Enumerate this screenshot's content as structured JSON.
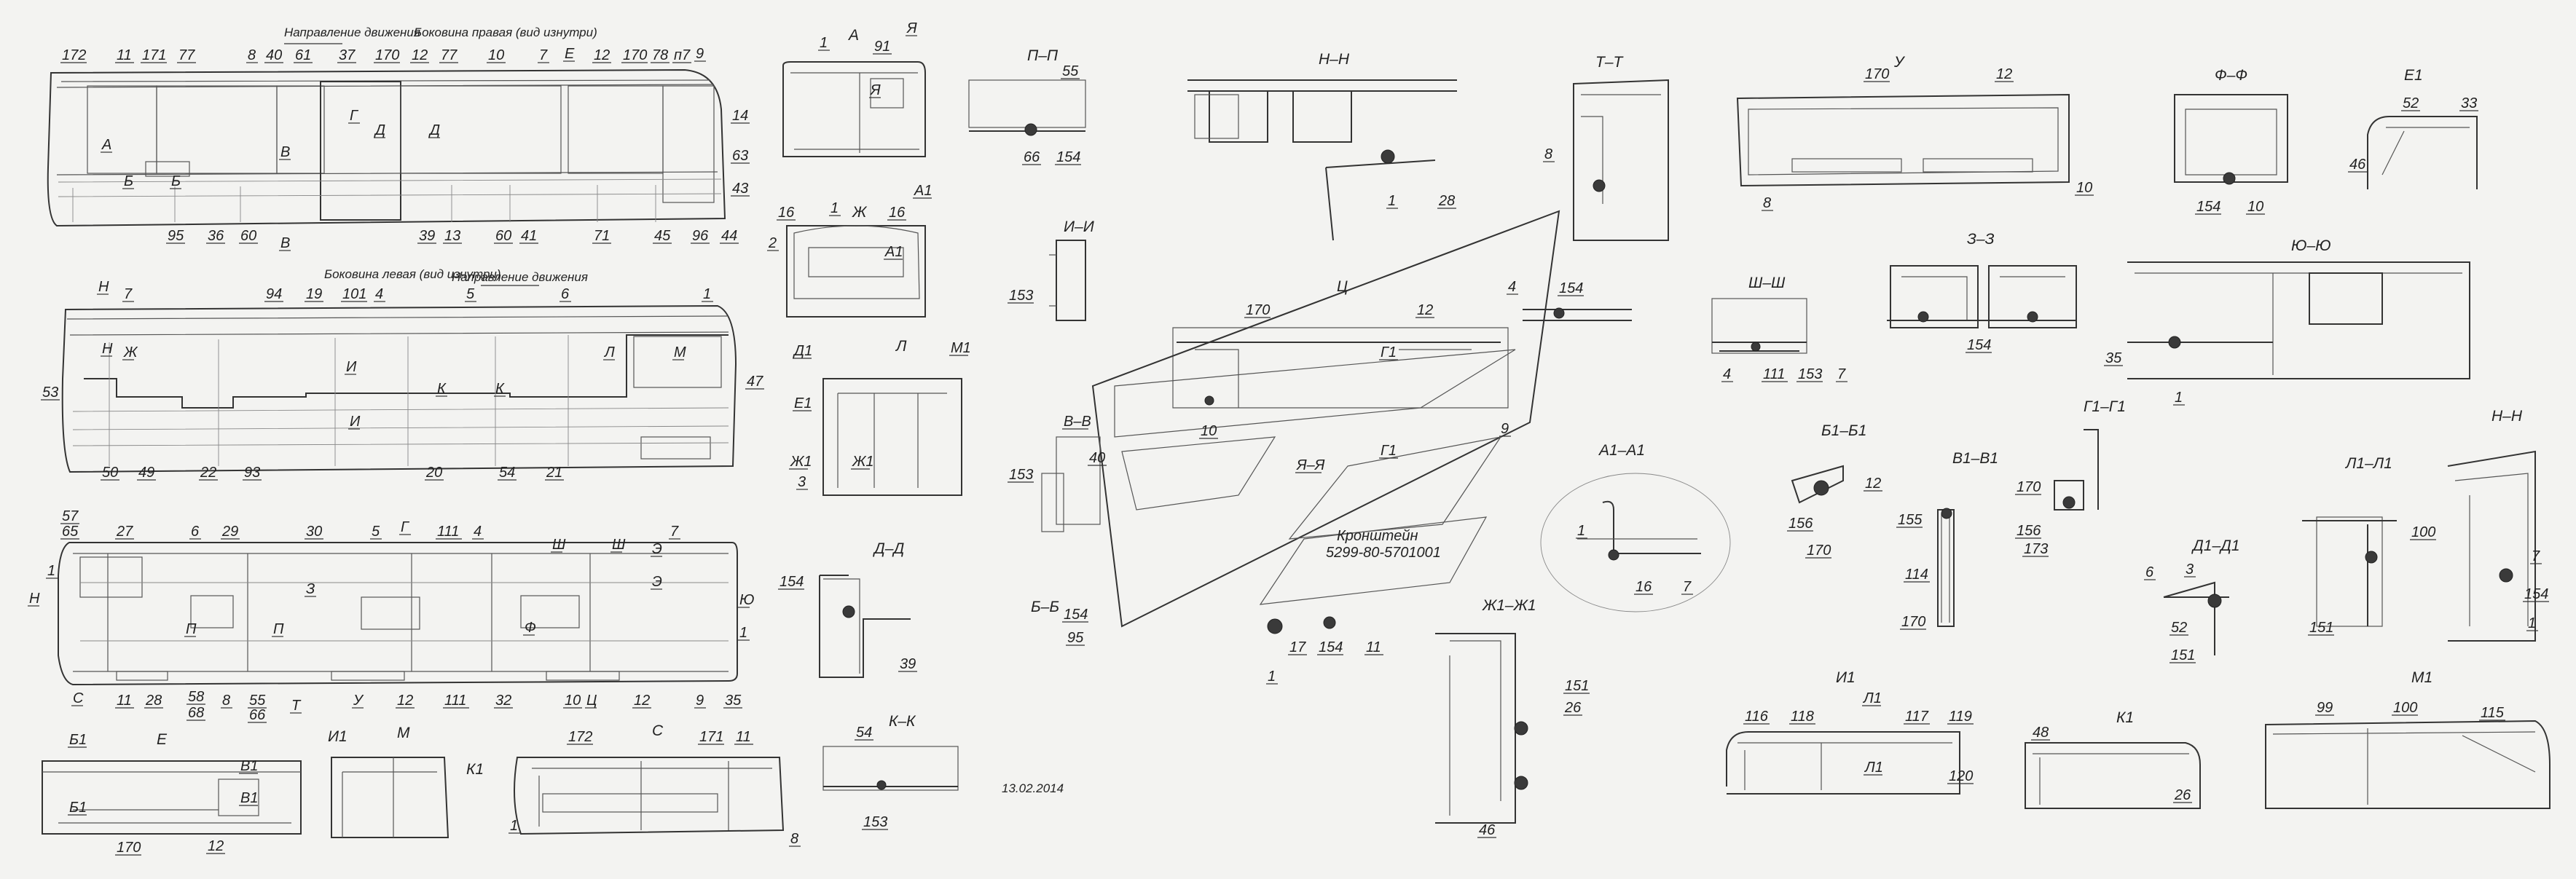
{
  "sheet": {
    "date": "13.02.2014",
    "part_label": "Кронштейн",
    "part_number": "5299-80-5701001",
    "direction_text": "Направление движения",
    "side_right_text": "Боковина правая (вид изнутри)",
    "side_left_text": "Боковина левая (вид изнутри)"
  },
  "views": [
    {
      "id": "side-right",
      "callouts": [
        "172",
        "11",
        "171",
        "77",
        "8",
        "40",
        "61",
        "37",
        "170",
        "12",
        "77",
        "10",
        "7",
        "Е",
        "12",
        "170",
        "78",
        "п7",
        "9",
        "14",
        "63",
        "43",
        "А",
        "Б",
        "Б",
        "В",
        "Г",
        "Д",
        "Д",
        "95",
        "36",
        "60",
        "В",
        "39",
        "13",
        "60",
        "41",
        "71",
        "45",
        "96",
        "44"
      ]
    },
    {
      "id": "side-left",
      "callouts": [
        "Н",
        "7",
        "94",
        "19",
        "101",
        "4",
        "5",
        "6",
        "1",
        "Н",
        "Ж",
        "И",
        "К",
        "К",
        "Л",
        "М",
        "53",
        "И",
        "47",
        "50",
        "49",
        "22",
        "93",
        "20",
        "54",
        "21"
      ]
    },
    {
      "id": "roof-plan",
      "callouts": [
        "57",
        "65",
        "27",
        "6",
        "29",
        "30",
        "5",
        "Г",
        "111",
        "4",
        "Ш",
        "Ш",
        "7",
        "1",
        "Н",
        "С",
        "11",
        "28",
        "58",
        "68",
        "8",
        "55",
        "66",
        "Т",
        "У",
        "12",
        "111",
        "32",
        "10",
        "Ц",
        "12",
        "9",
        "35",
        "П",
        "П",
        "З",
        "Ф",
        "Ю",
        "1",
        "Э",
        "Э"
      ]
    },
    {
      "id": "view-E",
      "title": "Е",
      "callouts": [
        "Б1",
        "Б1",
        "В1",
        "В1",
        "170",
        "12"
      ]
    },
    {
      "id": "view-I1",
      "title": "И1"
    },
    {
      "id": "view-M",
      "title": "М"
    },
    {
      "id": "view-K1",
      "title": "К1"
    },
    {
      "id": "view-S",
      "title": "С",
      "callouts": [
        "172",
        "171",
        "11",
        "1",
        "8"
      ]
    },
    {
      "id": "view-A",
      "title": "А",
      "callouts": [
        "1",
        "91",
        "Я",
        "Я"
      ]
    },
    {
      "id": "view-Zh",
      "title": "Ж",
      "callouts": [
        "16",
        "1",
        "16",
        "А1",
        "2",
        "А1"
      ]
    },
    {
      "id": "view-L",
      "title": "Л",
      "callouts": [
        "Д1",
        "М1",
        "Е1",
        "Ж1",
        "Ж1",
        "3"
      ]
    },
    {
      "id": "sect-D-D",
      "title": "Д–Д",
      "callouts": [
        "154",
        "39"
      ]
    },
    {
      "id": "sect-K-K",
      "title": "К–К",
      "callouts": [
        "54",
        "153"
      ]
    },
    {
      "id": "sect-P-P",
      "title": "П–П",
      "callouts": [
        "55",
        "66",
        "154"
      ]
    },
    {
      "id": "sect-I-I",
      "title": "И–И",
      "callouts": [
        "153"
      ]
    },
    {
      "id": "view-Ts",
      "title": "Ц",
      "callouts": [
        "170",
        "12",
        "4",
        "154",
        "Г1",
        "Г1",
        "10",
        "В–В",
        "153",
        "40",
        "Я–Я",
        "9",
        "17",
        "154",
        "11",
        "1"
      ]
    },
    {
      "id": "sect-B-B",
      "title": "Б–Б",
      "callouts": [
        "154",
        "95"
      ]
    },
    {
      "id": "sect-N-N",
      "title": "Н–Н",
      "callouts": [
        "1",
        "28"
      ]
    },
    {
      "id": "sect-T-T",
      "title": "Т–Т",
      "callouts": [
        "8"
      ]
    },
    {
      "id": "sect-Sh-Sh",
      "title": "Ш–Ш",
      "callouts": [
        "4",
        "111",
        "153",
        "7"
      ]
    },
    {
      "id": "sect-A1",
      "title": "А1–А1",
      "callouts": [
        "1",
        "16",
        "7"
      ]
    },
    {
      "id": "sect-Zh1",
      "title": "Ж1–Ж1",
      "callouts": [
        "151",
        "26",
        "46"
      ]
    },
    {
      "id": "view-U",
      "title": "У",
      "callouts": [
        "170",
        "12",
        "8",
        "10"
      ]
    },
    {
      "id": "sect-Z-Z",
      "title": "З–З",
      "callouts": [
        "154"
      ]
    },
    {
      "id": "sect-F-F",
      "title": "Ф–Ф",
      "callouts": [
        "154",
        "10"
      ]
    },
    {
      "id": "view-E1",
      "title": "Е1",
      "callouts": [
        "52",
        "33",
        "46"
      ]
    },
    {
      "id": "sect-Yu-Yu",
      "title": "Ю–Ю",
      "callouts": [
        "35",
        "1"
      ]
    },
    {
      "id": "sect-B1",
      "title": "Б1–Б1",
      "callouts": [
        "12",
        "156",
        "170"
      ]
    },
    {
      "id": "sect-V1",
      "title": "В1–В1",
      "callouts": [
        "155",
        "114",
        "170"
      ]
    },
    {
      "id": "sect-G1",
      "title": "Г1–Г1",
      "callouts": [
        "170",
        "156",
        "173"
      ]
    },
    {
      "id": "sect-D1",
      "title": "Д1–Д1",
      "callouts": [
        "6",
        "3",
        "52",
        "151"
      ]
    },
    {
      "id": "sect-L1",
      "title": "Л1–Л1",
      "callouts": [
        "100",
        "151"
      ]
    },
    {
      "id": "sect-N-N-2",
      "title": "Н–Н",
      "callouts": [
        "7",
        "154",
        "1"
      ]
    },
    {
      "id": "view-I1-b",
      "title": "И1",
      "callouts": [
        "116",
        "118",
        "Л1",
        "117",
        "119",
        "Л1",
        "120"
      ]
    },
    {
      "id": "view-K1-b",
      "title": "К1",
      "callouts": [
        "48",
        "26"
      ]
    },
    {
      "id": "view-M1",
      "title": "М1",
      "callouts": [
        "99",
        "100",
        "115"
      ]
    }
  ]
}
